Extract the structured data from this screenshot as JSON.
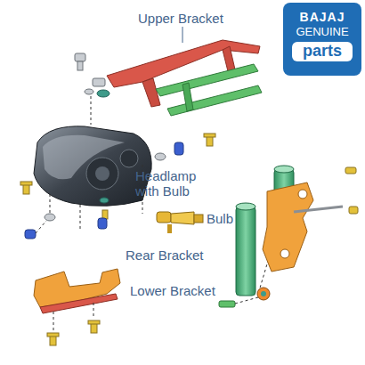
{
  "diagram": {
    "nodes": [
      {
        "text": [
          "BAJAJ",
          "GENUINE",
          "parts"
        ]
      }
    ],
    "labels": [
      "Upper Bracket",
      "Headlamp with Bulb",
      "Bulb",
      "Rear Bracket",
      "Lower Bracket"
    ]
  }
}
